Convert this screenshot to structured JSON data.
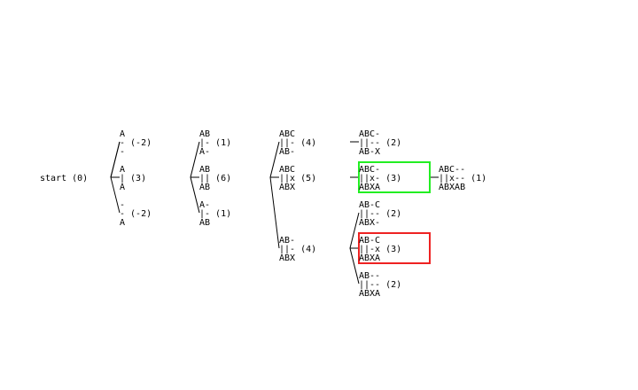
{
  "start": {
    "label": "start (0)"
  },
  "colors": {
    "text": "#000000",
    "highlight_best": "#22ee22",
    "highlight_alt": "#ee2222"
  },
  "nodes": {
    "a1": {
      "lines": [
        "A",
        "- (-2)",
        "-"
      ]
    },
    "a2": {
      "lines": [
        "A",
        "| (3)",
        "A"
      ]
    },
    "a3": {
      "lines": [
        "-",
        "- (-2)",
        "A"
      ]
    },
    "b1": {
      "lines": [
        "AB",
        "|- (1)",
        "A-"
      ]
    },
    "b2": {
      "lines": [
        "AB",
        "|| (6)",
        "AB"
      ]
    },
    "b3": {
      "lines": [
        "A-",
        "|- (1)",
        "AB"
      ]
    },
    "c1": {
      "lines": [
        "ABC",
        "||- (4)",
        "AB-"
      ]
    },
    "c2": {
      "lines": [
        "ABC",
        "||x (5)",
        "ABX"
      ]
    },
    "c3": {
      "lines": [
        "AB-",
        "||- (4)",
        "ABX"
      ]
    },
    "d1": {
      "lines": [
        "ABC-",
        "||-- (2)",
        "AB-X"
      ]
    },
    "d2": {
      "lines": [
        "ABC-",
        "||x- (3)",
        "ABXA"
      ]
    },
    "d3": {
      "lines": [
        "AB-C",
        "||-- (2)",
        "ABX-"
      ]
    },
    "d4": {
      "lines": [
        "AB-C",
        "||-x (3)",
        "ABXA"
      ]
    },
    "d5": {
      "lines": [
        "AB--",
        "||-- (2)",
        "ABXA"
      ]
    },
    "e1": {
      "lines": [
        "ABC--",
        "||x-- (1)",
        "ABXAB"
      ]
    }
  }
}
